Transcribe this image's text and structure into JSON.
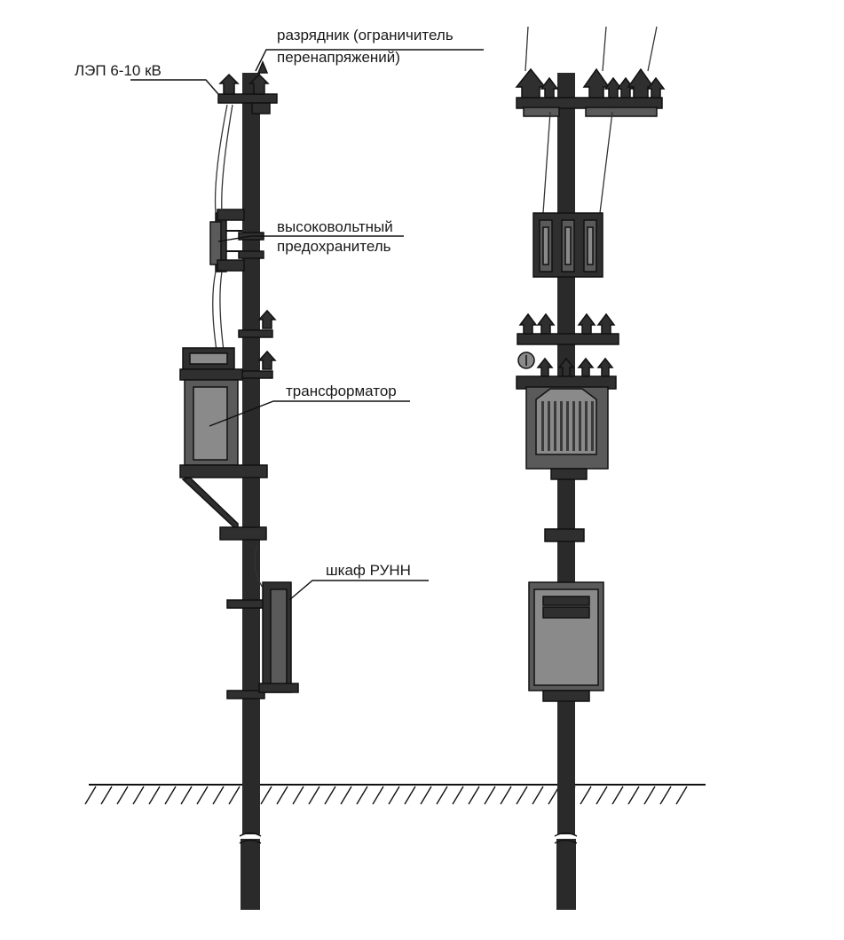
{
  "labels": {
    "line": "ЛЭП 6-10 кВ",
    "arrester_1": "разрядник (ограничитель",
    "arrester_2": "перенапряжений)",
    "fuse_1": "высоковольтный",
    "fuse_2": "предохранитель",
    "transformer": "трансформатор",
    "cabinet": "шкаф РУНН"
  }
}
